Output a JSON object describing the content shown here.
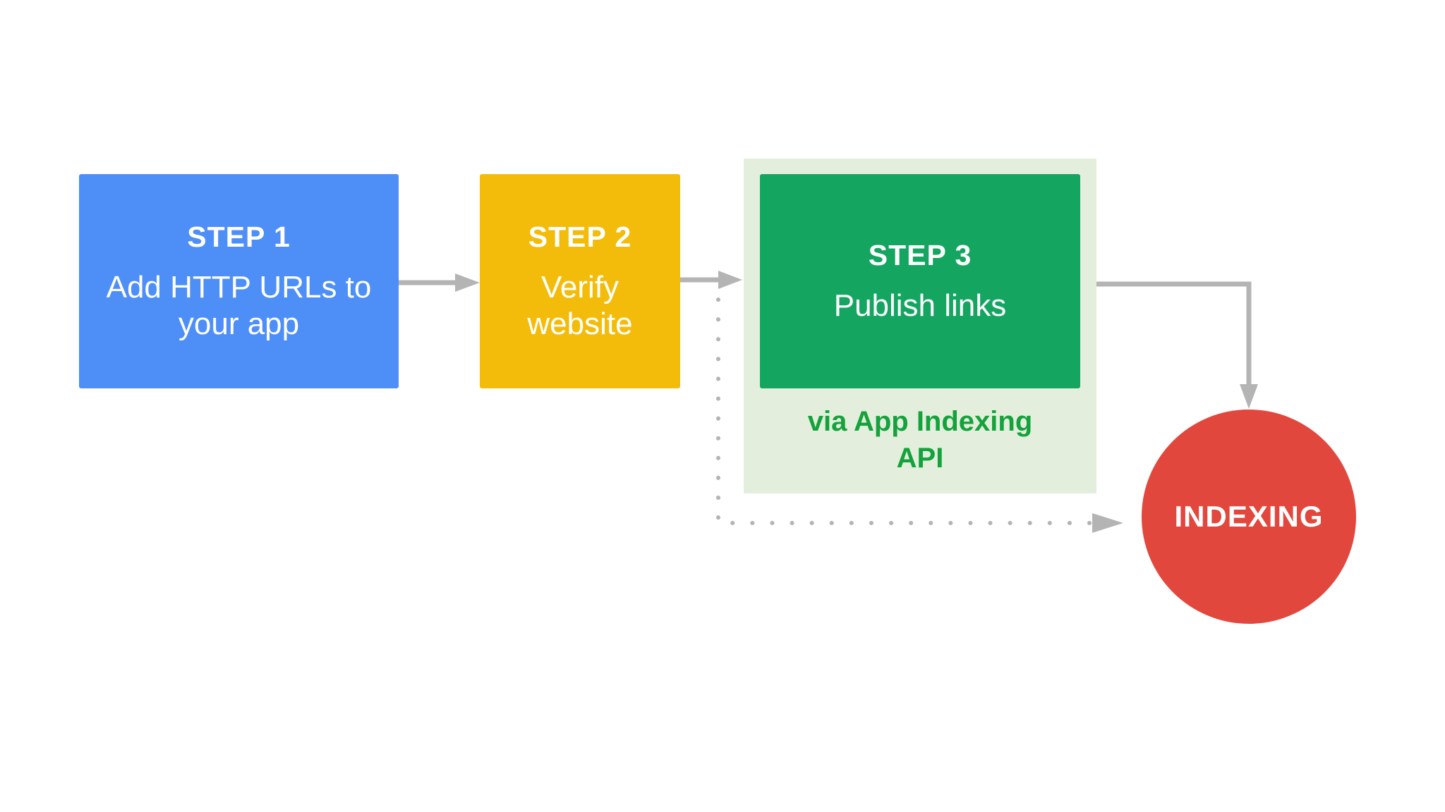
{
  "steps": [
    {
      "title": "STEP 1",
      "description_lines": [
        "Add HTTP URLs to",
        "your app"
      ]
    },
    {
      "title": "STEP 2",
      "description_lines": [
        "Verify",
        "website"
      ]
    },
    {
      "title": "STEP 3",
      "description_lines": [
        "Publish links"
      ]
    }
  ],
  "step3_note_lines": [
    "via App Indexing",
    "API"
  ],
  "target": {
    "label": "INDEXING"
  },
  "colors": {
    "step1": "#4e8ef7",
    "step2": "#f4bc0a",
    "step3": "#14a561",
    "step3_panel": "#e3efdc",
    "note_text": "#15a23c",
    "target": "#e2473d",
    "connector": "#b4b4b4",
    "text": "#ffffff"
  }
}
